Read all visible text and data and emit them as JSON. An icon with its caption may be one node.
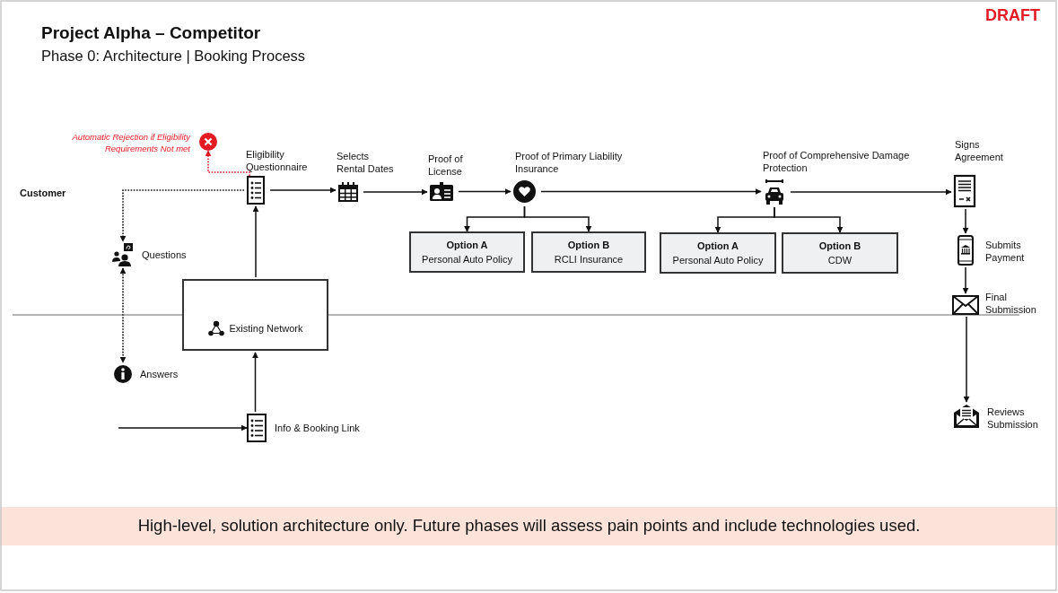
{
  "diagram": {
    "title": "Project Alpha – Competitor",
    "caption": "High-level, solution architecture only. Future phases will assess pain points and include technologies used.",
    "nodes": [
      {
        "text": [],
        "shape": "cross",
        "beside": [
          "Automatic Rejection if Eligibility Requirements Not met"
        ]
      },
      {
        "text": [],
        "shape": "document",
        "beside": [
          "Eligibility Questionnaire"
        ]
      },
      {
        "text": [],
        "shape": "calendar",
        "beside": [
          "Selects Rental Dates"
        ]
      },
      {
        "text": [],
        "shape": "card",
        "beside": [
          "Proof of License"
        ]
      },
      {
        "text": [],
        "shape": "heart",
        "beside": [
          "Proof of Primary Liability Insurance"
        ]
      },
      {
        "text": [
          "Option A",
          "Personal Auto Policy"
        ]
      },
      {
        "text": [
          "Option B",
          "RCLI Insurance"
        ]
      },
      {
        "text": [],
        "shape": "car",
        "beside": [
          "Proof of Comprehensive Damage Protection"
        ]
      },
      {
        "text": [
          "Option A",
          "Personal Auto Policy"
        ]
      },
      {
        "text": [
          "Option B",
          "CDW"
        ]
      },
      {
        "text": [],
        "shape": "contract",
        "beside": [
          "Signs Agreement"
        ]
      },
      {
        "text": [],
        "shape": "phone",
        "beside": [
          "Submits Payment"
        ]
      },
      {
        "text": [],
        "shape": "envelope",
        "beside": [
          "Final Submission"
        ]
      },
      {
        "text": [],
        "shape": "letter",
        "beside": [
          "Reviews Submission"
        ]
      },
      {
        "text": [],
        "shape": "person",
        "beside": [
          "Questions"
        ]
      },
      {
        "text": [
          "Existing Network"
        ]
      },
      {
        "text": [],
        "shape": "info",
        "beside": [
          "Answers"
        ]
      },
      {
        "text": [],
        "shape": "document",
        "beside": [
          "Info & Booking Link"
        ]
      }
    ],
    "edges": [
      {
        "from": 1,
        "to": 0,
        "arrow": "to",
        "style": "dashed",
        "color": "#e31b23"
      },
      {
        "from": 1,
        "to": 2,
        "arrow": "to"
      },
      {
        "from": 2,
        "to": 3,
        "arrow": "to"
      },
      {
        "from": 3,
        "to": 4,
        "arrow": "to"
      },
      {
        "from": 4,
        "to": 5,
        "arrow": "to"
      },
      {
        "from": 4,
        "to": 6,
        "arrow": "to"
      },
      {
        "from": 4,
        "to": 7,
        "arrow": "to"
      },
      {
        "from": 7,
        "to": 8,
        "arrow": "to"
      },
      {
        "from": 7,
        "to": 9,
        "arrow": "to"
      },
      {
        "from": 7,
        "to": 10,
        "arrow": "to"
      },
      {
        "from": 10,
        "to": 11,
        "arrow": "to"
      },
      {
        "from": 11,
        "to": 12,
        "arrow": "to"
      },
      {
        "from": 12,
        "to": 13,
        "arrow": "to"
      },
      {
        "from": 1,
        "to": 14,
        "arrow": "to",
        "style": "dashed"
      },
      {
        "from": 14,
        "to": 16,
        "arrow": "both",
        "style": "dashed"
      },
      {
        "from": 15,
        "to": 1,
        "arrow": "to"
      },
      {
        "from": 17,
        "to": 15,
        "arrow": "to"
      },
      {
        "from": null,
        "to": 17,
        "arrow": "to"
      }
    ],
    "labels": [
      "DRAFT",
      "Phase 0: Architecture | Booking Process",
      "Customer"
    ]
  }
}
